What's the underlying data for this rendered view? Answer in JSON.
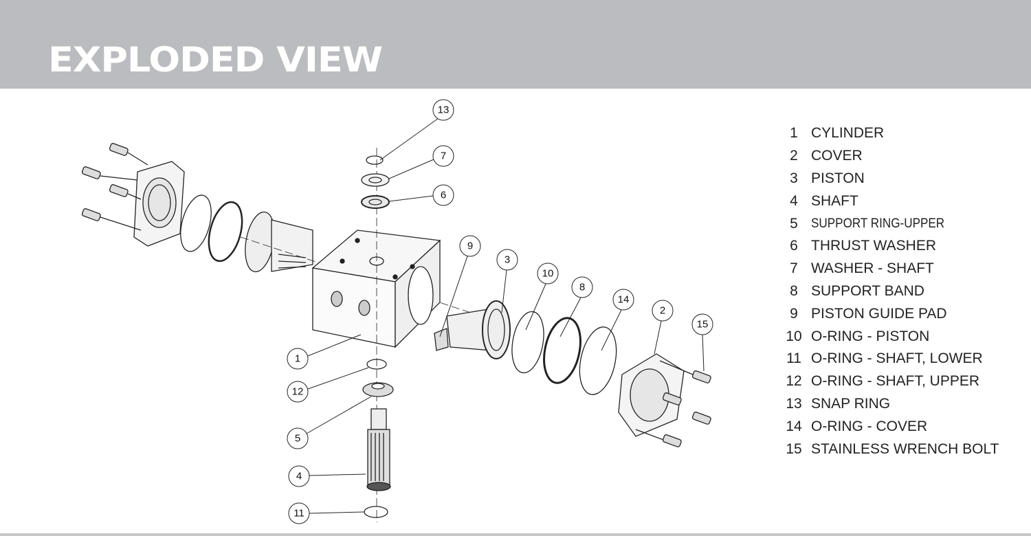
{
  "header": {
    "title": "EXPLODED VIEW"
  },
  "colors": {
    "header_bg": "#bbbcbf",
    "title": "#ffffff",
    "line": "#222222"
  },
  "legend": [
    {
      "num": "1",
      "name": "CYLINDER"
    },
    {
      "num": "2",
      "name": "COVER"
    },
    {
      "num": "3",
      "name": "PISTON"
    },
    {
      "num": "4",
      "name": "SHAFT"
    },
    {
      "num": "5",
      "name": "SUPPORT RING-UPPER"
    },
    {
      "num": "6",
      "name": "THRUST WASHER"
    },
    {
      "num": "7",
      "name": "WASHER - SHAFT"
    },
    {
      "num": "8",
      "name": "SUPPORT BAND"
    },
    {
      "num": "9",
      "name": "PISTON GUIDE PAD"
    },
    {
      "num": "10",
      "name": "O-RING - PISTON"
    },
    {
      "num": "11",
      "name": "O-RING - SHAFT, LOWER"
    },
    {
      "num": "12",
      "name": "O-RING - SHAFT, UPPER"
    },
    {
      "num": "13",
      "name": "SNAP RING"
    },
    {
      "num": "14",
      "name": "O-RING - COVER"
    },
    {
      "num": "15",
      "name": "STAINLESS WRENCH BOLT"
    }
  ],
  "callouts": [
    "13",
    "7",
    "6",
    "9",
    "3",
    "10",
    "8",
    "14",
    "2",
    "15",
    "1",
    "12",
    "5",
    "4",
    "11"
  ]
}
